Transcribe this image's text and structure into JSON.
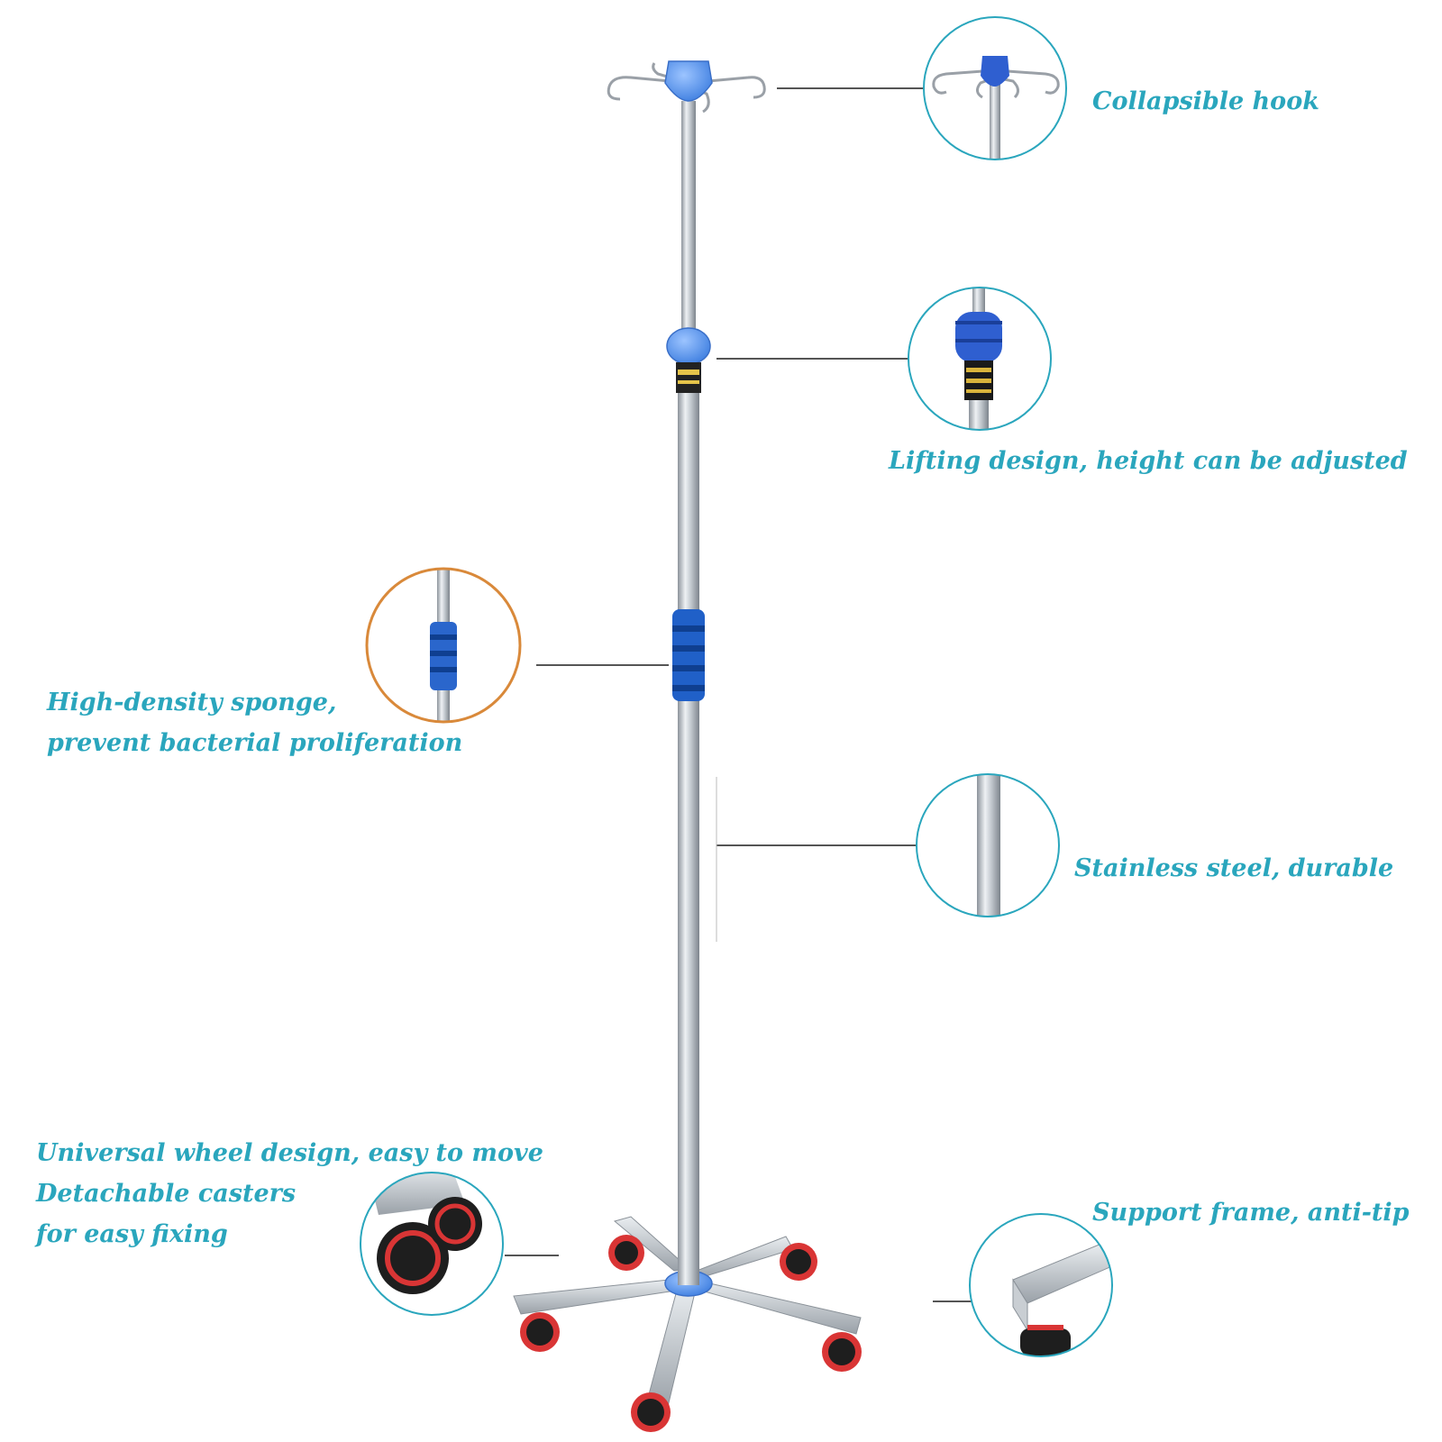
{
  "colors": {
    "label_text": "#2aa6bd",
    "callout_circle": "#2aa6bd",
    "sponge_circle": "#d9893a",
    "accent_blue": "#2f6fd8",
    "steel": "#b9bfc6",
    "caster_red": "#d93535",
    "caster_black": "#1e1e1e"
  },
  "features": {
    "hook": {
      "icon": "iv-hook-icon",
      "label": "Collapsible hook"
    },
    "lift": {
      "icon": "height-adjust-knob-icon",
      "label": "Lifting design, height can be adjusted"
    },
    "sponge": {
      "icon": "sponge-grip-icon",
      "line1": "High-density sponge,",
      "line2": "prevent bacterial proliferation"
    },
    "steel": {
      "icon": "steel-pole-icon",
      "label": "Stainless steel, durable"
    },
    "wheel": {
      "icon": "caster-wheel-icon",
      "line1": "Universal wheel design, easy to move",
      "line2": "Detachable casters",
      "line3": "for easy fixing"
    },
    "base": {
      "icon": "base-leg-icon",
      "label": "Support frame, anti-tip"
    }
  }
}
